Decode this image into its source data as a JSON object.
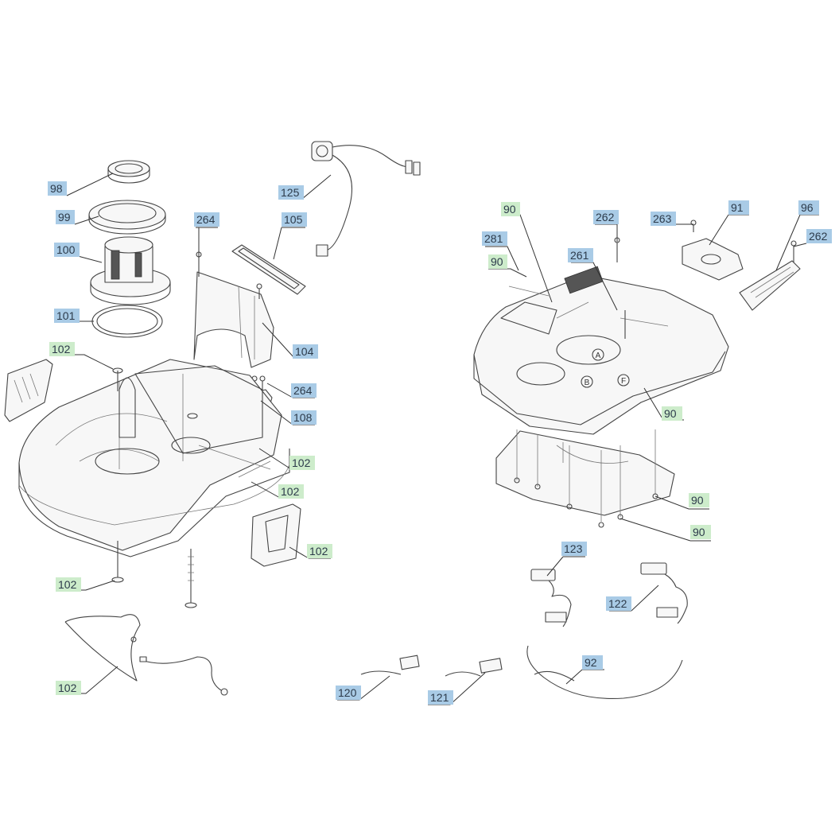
{
  "callouts": [
    {
      "id": "98",
      "text": "98",
      "color": "blue"
    },
    {
      "id": "99",
      "text": "99",
      "color": "blue"
    },
    {
      "id": "100",
      "text": "100",
      "color": "blue"
    },
    {
      "id": "101",
      "text": "101",
      "color": "blue"
    },
    {
      "id": "102a",
      "text": "102",
      "color": "green"
    },
    {
      "id": "264a",
      "text": "264",
      "color": "blue"
    },
    {
      "id": "125",
      "text": "125",
      "color": "blue"
    },
    {
      "id": "105",
      "text": "105",
      "color": "blue"
    },
    {
      "id": "104",
      "text": "104",
      "color": "blue"
    },
    {
      "id": "264b",
      "text": "264",
      "color": "blue"
    },
    {
      "id": "108",
      "text": "108",
      "color": "blue"
    },
    {
      "id": "102b",
      "text": "102",
      "color": "green"
    },
    {
      "id": "102c",
      "text": "102",
      "color": "green"
    },
    {
      "id": "102d",
      "text": "102",
      "color": "green"
    },
    {
      "id": "102e",
      "text": "102",
      "color": "green"
    },
    {
      "id": "102f",
      "text": "102",
      "color": "green"
    },
    {
      "id": "90a",
      "text": "90",
      "color": "green"
    },
    {
      "id": "262a",
      "text": "262",
      "color": "blue"
    },
    {
      "id": "263",
      "text": "263",
      "color": "blue"
    },
    {
      "id": "91",
      "text": "91",
      "color": "blue"
    },
    {
      "id": "96",
      "text": "96",
      "color": "blue"
    },
    {
      "id": "262b",
      "text": "262",
      "color": "blue"
    },
    {
      "id": "281",
      "text": "281",
      "color": "blue"
    },
    {
      "id": "90b",
      "text": "90",
      "color": "green"
    },
    {
      "id": "261",
      "text": "261",
      "color": "blue"
    },
    {
      "id": "90c",
      "text": "90",
      "color": "green"
    },
    {
      "id": "90d",
      "text": "90",
      "color": "green"
    },
    {
      "id": "90e",
      "text": "90",
      "color": "green"
    },
    {
      "id": "123",
      "text": "123",
      "color": "blue"
    },
    {
      "id": "122",
      "text": "122",
      "color": "blue"
    },
    {
      "id": "92",
      "text": "92",
      "color": "blue"
    },
    {
      "id": "120",
      "text": "120",
      "color": "blue"
    },
    {
      "id": "121",
      "text": "121",
      "color": "blue"
    }
  ],
  "markers": {
    "a": "A",
    "b": "B",
    "f": "F"
  },
  "colors": {
    "blue_label": "#a9cbe6",
    "green_label": "#cdeccb",
    "line": "#444444"
  }
}
